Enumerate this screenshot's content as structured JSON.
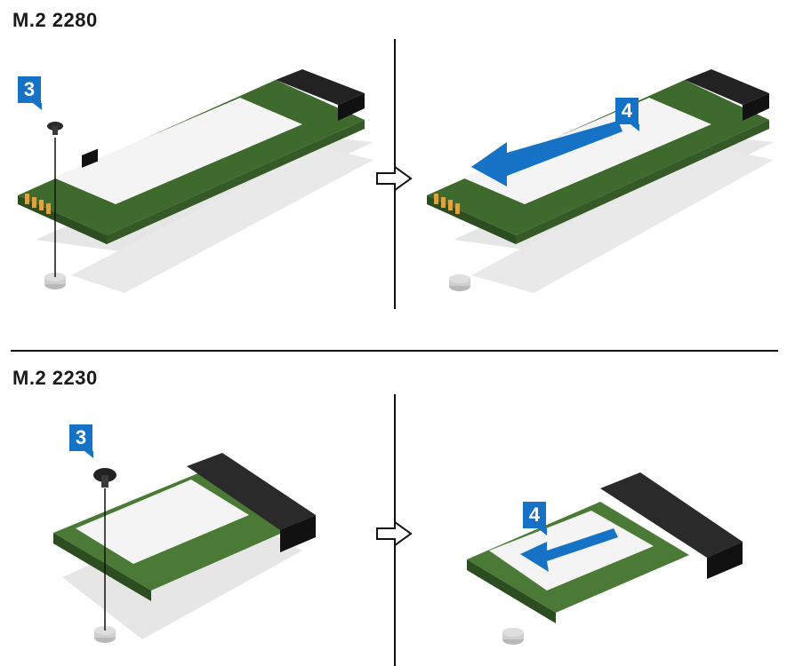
{
  "sections": [
    {
      "title": "M.2 2280",
      "steps": [
        "3",
        "4"
      ]
    },
    {
      "title": "M.2 2230",
      "steps": [
        "3",
        "4"
      ]
    }
  ],
  "colors": {
    "badge": "#1672c4",
    "pcb": "#3f6a2e",
    "label": "#f4f4f4",
    "connector": "#222222",
    "arrow": "#1672c4"
  },
  "icons": [
    "screw-icon",
    "standoff-icon",
    "next-arrow-icon",
    "slide-arrow-icon"
  ]
}
